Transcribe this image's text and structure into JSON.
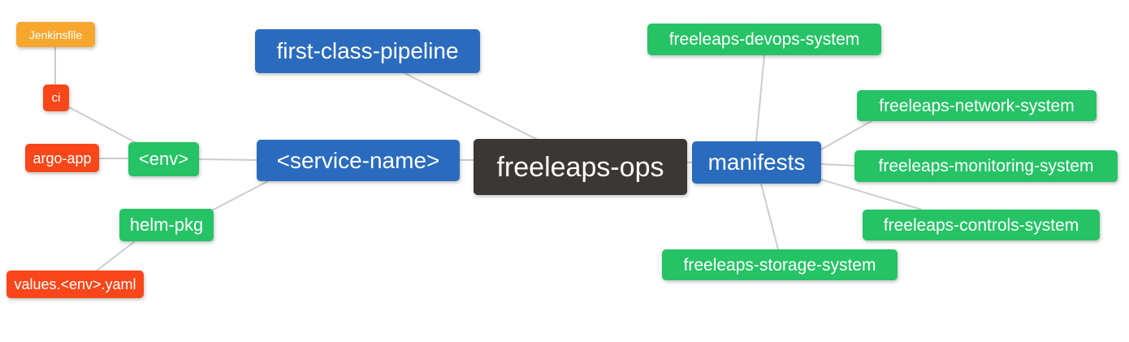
{
  "diagram": {
    "type": "mindmap",
    "root_label": "freeleaps-ops",
    "palette": {
      "blue": "#2a6bbd",
      "green": "#25c365",
      "orange": "#f8a72e",
      "red": "#f9471a",
      "dark": "#3b3735",
      "edge": "#cccccc",
      "node_text": "#ffffff",
      "background": "#ffffff"
    },
    "nodes": [
      {
        "id": "jenkinsfile",
        "label": "Jenkinsfile",
        "color": "orange",
        "parent": "ci"
      },
      {
        "id": "ci",
        "label": "ci",
        "color": "red",
        "parent": "env"
      },
      {
        "id": "argo-app",
        "label": "argo-app",
        "color": "red",
        "parent": "env"
      },
      {
        "id": "env",
        "label": "<env>",
        "color": "green",
        "parent": "service-name"
      },
      {
        "id": "helm-pkg",
        "label": "helm-pkg",
        "color": "green",
        "parent": "service-name"
      },
      {
        "id": "values-env-yaml",
        "label": "values.<env>.yaml",
        "color": "red",
        "parent": "helm-pkg"
      },
      {
        "id": "first-class-pipeline",
        "label": "first-class-pipeline",
        "color": "blue",
        "parent": "freeleaps-ops"
      },
      {
        "id": "service-name",
        "label": "<service-name>",
        "color": "blue",
        "parent": "freeleaps-ops"
      },
      {
        "id": "freeleaps-ops",
        "label": "freeleaps-ops",
        "color": "dark",
        "parent": null
      },
      {
        "id": "manifests",
        "label": "manifests",
        "color": "blue",
        "parent": "freeleaps-ops"
      },
      {
        "id": "freeleaps-devops-system",
        "label": "freeleaps-devops-system",
        "color": "green",
        "parent": "manifests"
      },
      {
        "id": "freeleaps-network-system",
        "label": "freeleaps-network-system",
        "color": "green",
        "parent": "manifests"
      },
      {
        "id": "freeleaps-monitoring-system",
        "label": "freeleaps-monitoring-system",
        "color": "green",
        "parent": "manifests"
      },
      {
        "id": "freeleaps-controls-system",
        "label": "freeleaps-controls-system",
        "color": "green",
        "parent": "manifests"
      },
      {
        "id": "freeleaps-storage-system",
        "label": "freeleaps-storage-system",
        "color": "green",
        "parent": "manifests"
      }
    ],
    "edges": [
      [
        "jenkinsfile",
        "ci"
      ],
      [
        "ci",
        "env"
      ],
      [
        "argo-app",
        "env"
      ],
      [
        "env",
        "service-name"
      ],
      [
        "helm-pkg",
        "service-name"
      ],
      [
        "values-env-yaml",
        "helm-pkg"
      ],
      [
        "first-class-pipeline",
        "freeleaps-ops"
      ],
      [
        "service-name",
        "freeleaps-ops"
      ],
      [
        "freeleaps-ops",
        "manifests"
      ],
      [
        "manifests",
        "freeleaps-devops-system"
      ],
      [
        "manifests",
        "freeleaps-network-system"
      ],
      [
        "manifests",
        "freeleaps-monitoring-system"
      ],
      [
        "manifests",
        "freeleaps-controls-system"
      ],
      [
        "manifests",
        "freeleaps-storage-system"
      ]
    ]
  }
}
